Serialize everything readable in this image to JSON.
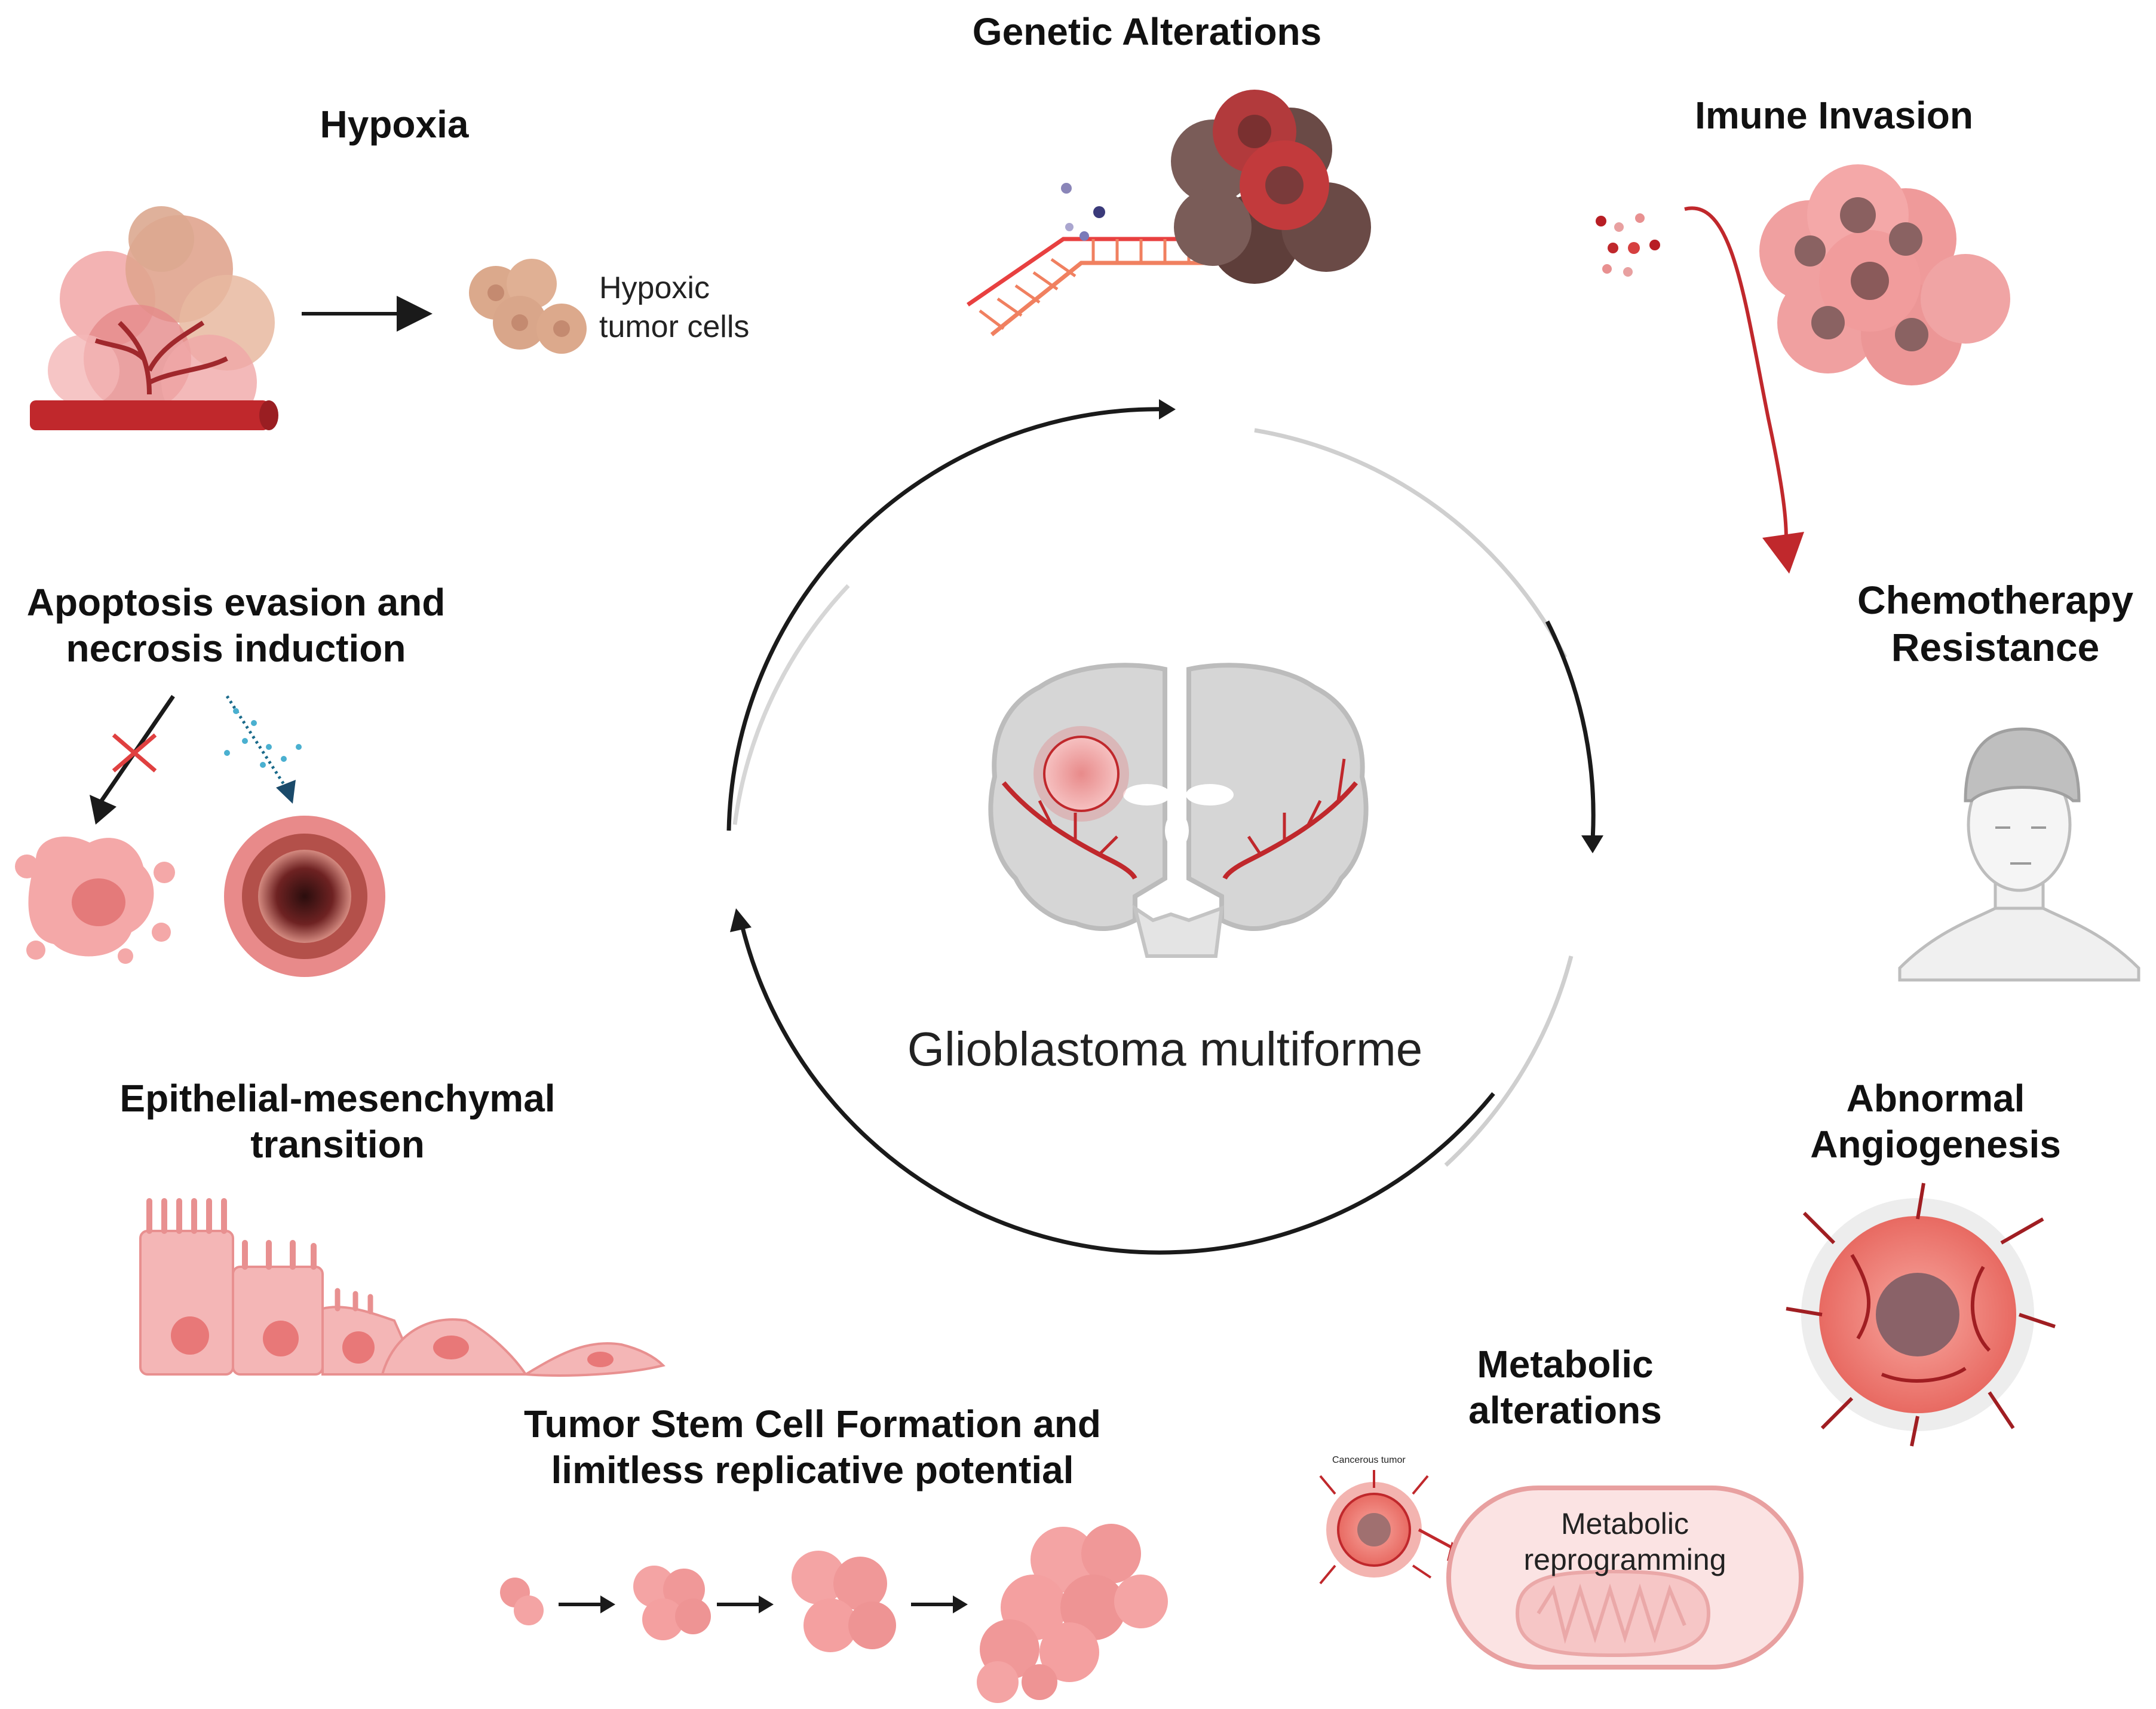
{
  "center_label": "Glioblastoma multiforme",
  "hallmarks": {
    "genetic_alterations": "Genetic Alterations",
    "hypoxia": "Hypoxia",
    "hypoxic_cells": [
      "Hypoxic",
      "tumor cells"
    ],
    "immune_invasion": "Imune Invasion",
    "chemo_resistance": [
      "Chemotherapy",
      "Resistance"
    ],
    "apoptosis": [
      "Apoptosis evasion and",
      "necrosis induction"
    ],
    "emt": [
      "Epithelial-mesenchymal",
      "transition"
    ],
    "angiogenesis": [
      "Abnormal",
      "Angiogenesis"
    ],
    "metabolic": [
      "Metabolic",
      "alterations"
    ],
    "stem_cell": [
      "Tumor Stem Cell Formation and",
      "limitless replicative potential"
    ],
    "cancerous_tumor": "Cancerous tumor",
    "metabolic_reprogramming": [
      "Metabolic",
      "reprogramming"
    ]
  },
  "colors": {
    "tumor_pink": "#f2a0a0",
    "tumor_dark": "#8c3b3b",
    "vessel_red": "#c0282c",
    "brain_gray": "#d3d3d3",
    "cell_tan": "#dba98c",
    "arrow_dark": "#1a1a1a"
  }
}
